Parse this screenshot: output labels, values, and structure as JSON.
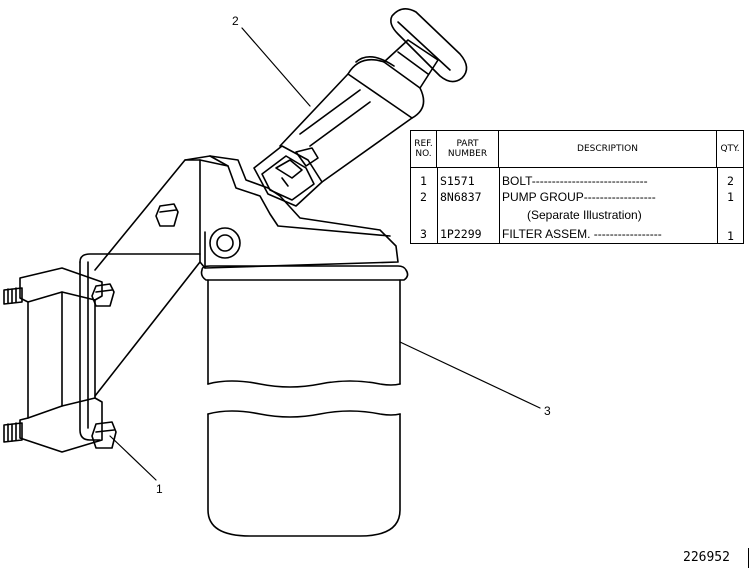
{
  "callouts": {
    "c1": "1",
    "c2": "2",
    "c3": "3"
  },
  "table": {
    "headers": {
      "ref": "REF. NO.",
      "part": "PART NUMBER",
      "description": "DESCRIPTION",
      "qty": "QTY."
    },
    "rows": [
      {
        "ref": "1",
        "part": "S1571",
        "description": "BOLT-----------------------------",
        "qty": "2"
      },
      {
        "ref": "2",
        "part": "8N6837",
        "description": "PUMP GROUP------------------",
        "qty": "1"
      },
      {
        "ref": "",
        "part": "",
        "description": "(Separate Illustration)",
        "qty": ""
      },
      {
        "ref": "3",
        "part": "1P2299",
        "description": "FILTER ASSEM. -----------------",
        "qty": "1"
      }
    ]
  },
  "drawing_number": "226952"
}
